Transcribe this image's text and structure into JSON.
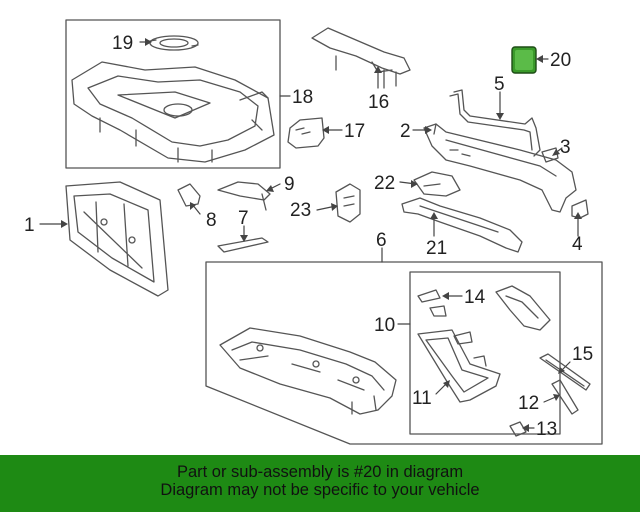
{
  "diagram": {
    "callouts": [
      {
        "id": "c1",
        "label": "1"
      },
      {
        "id": "c2",
        "label": "2"
      },
      {
        "id": "c3",
        "label": "3"
      },
      {
        "id": "c4",
        "label": "4"
      },
      {
        "id": "c5",
        "label": "5"
      },
      {
        "id": "c6",
        "label": "6"
      },
      {
        "id": "c7",
        "label": "7"
      },
      {
        "id": "c8",
        "label": "8"
      },
      {
        "id": "c9",
        "label": "9"
      },
      {
        "id": "c10",
        "label": "10"
      },
      {
        "id": "c11",
        "label": "11"
      },
      {
        "id": "c12",
        "label": "12"
      },
      {
        "id": "c13",
        "label": "13"
      },
      {
        "id": "c14",
        "label": "14"
      },
      {
        "id": "c15",
        "label": "15"
      },
      {
        "id": "c16",
        "label": "16"
      },
      {
        "id": "c17",
        "label": "17"
      },
      {
        "id": "c18",
        "label": "18"
      },
      {
        "id": "c19",
        "label": "19"
      },
      {
        "id": "c20",
        "label": "20"
      },
      {
        "id": "c21",
        "label": "21"
      },
      {
        "id": "c22",
        "label": "22"
      },
      {
        "id": "c23",
        "label": "23"
      }
    ],
    "highlighted_part": "20",
    "colors": {
      "line": "#555555",
      "highlight": "#2e8b20",
      "banner": "#1e8a14"
    }
  },
  "banner": {
    "line1": "Part or sub-assembly is #20 in diagram",
    "line2": "Diagram may not be specific to your vehicle"
  }
}
